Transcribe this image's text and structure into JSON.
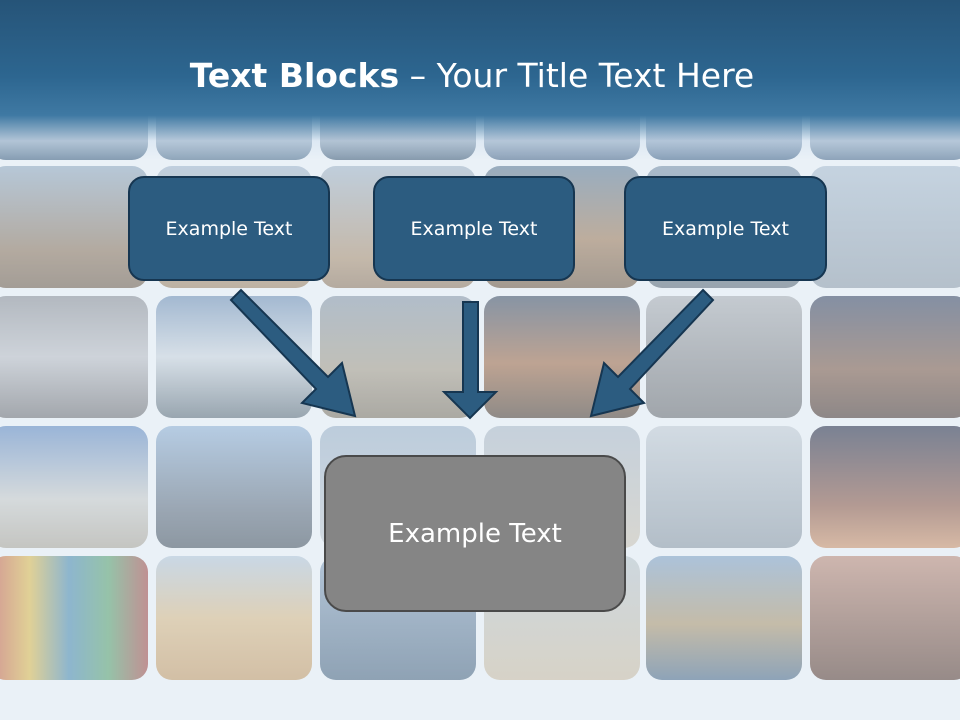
{
  "title": {
    "bold": "Text Blocks",
    "rest": " – Your Title Text Here"
  },
  "top_boxes": [
    {
      "label": "Example Text"
    },
    {
      "label": "Example Text"
    },
    {
      "label": "Example Text"
    }
  ],
  "main_box": {
    "label": "Example Text"
  },
  "colors": {
    "header": "#2d6690",
    "box_fill": "#2c5c80",
    "box_border": "#163651",
    "main_box_fill": "#858585",
    "arrow": "#2c5c80"
  }
}
